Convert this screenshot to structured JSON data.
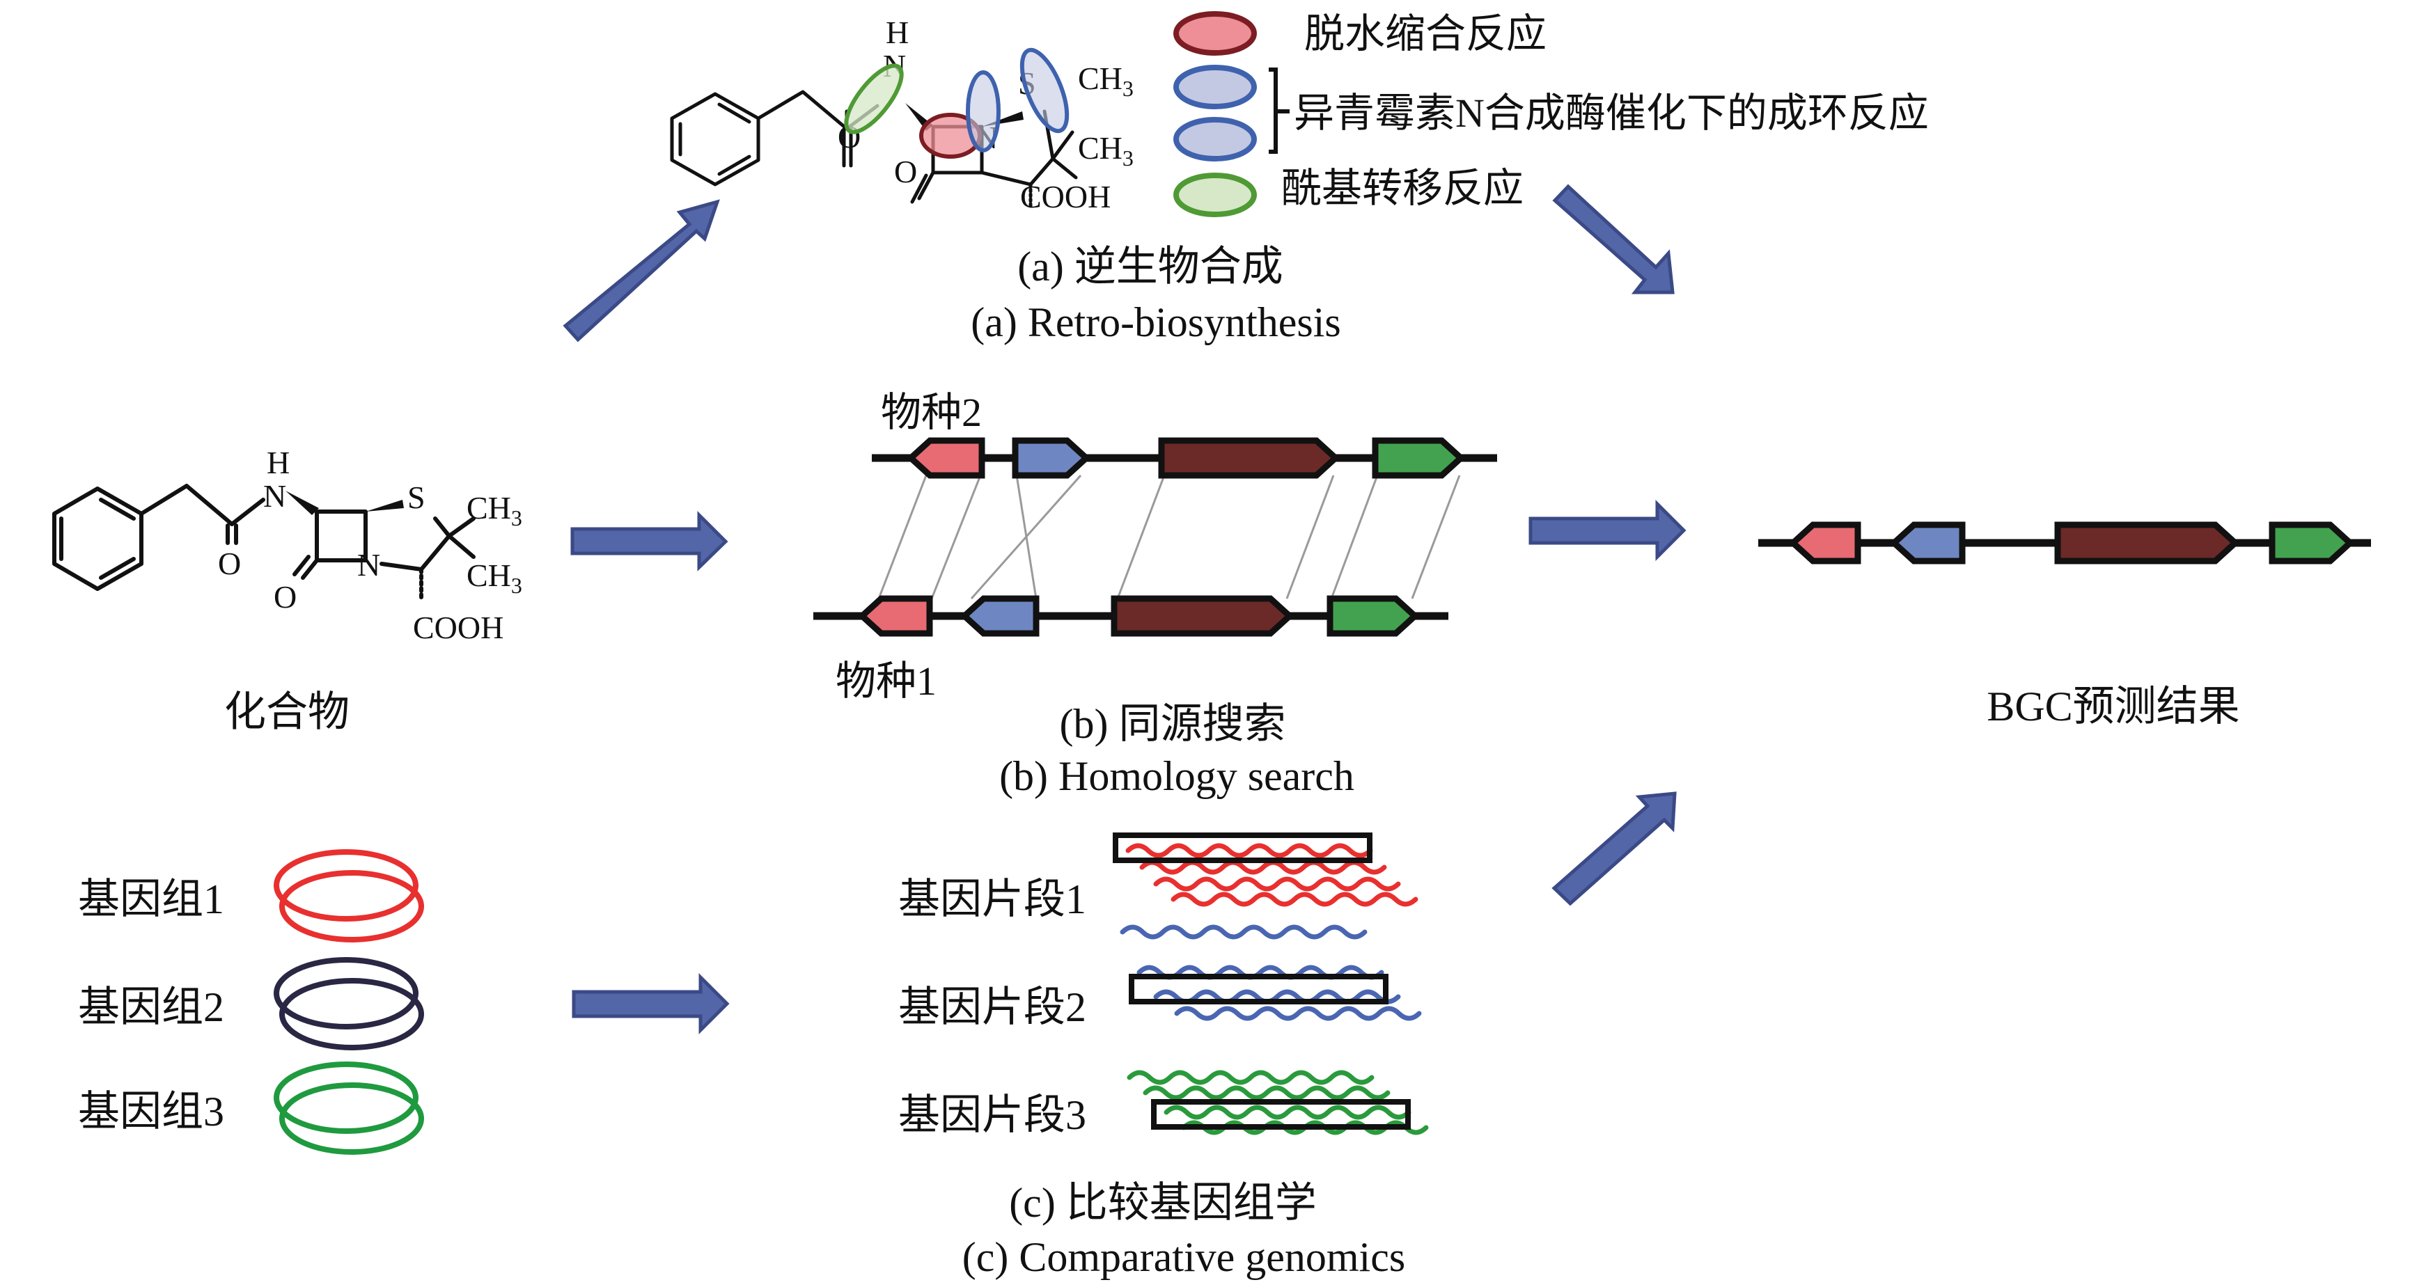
{
  "colors": {
    "arrow": "#5366a8",
    "gene_red": "#e86a72",
    "gene_blue": "#6e87c2",
    "gene_darkred": "#6b2a27",
    "gene_green": "#43a24f",
    "genome_red": "#e8302f",
    "genome_navy": "#2a2744",
    "genome_green": "#1f9a3f",
    "fragment_red": "#e8302f",
    "fragment_blue": "#4a66b2",
    "fragment_green": "#2a9a3c",
    "legend_dehydration_fill": "#ee8f97",
    "legend_dehydration_stroke": "#7b1d22",
    "legend_cyclization_fill": "#c3c9e2",
    "legend_cyclization_stroke": "#3f62ae",
    "legend_acyl_fill": "#d6e8c8",
    "legend_acyl_stroke": "#4f9a35"
  },
  "molecule": {
    "atoms": {
      "H": "H",
      "N": "N",
      "O": "O",
      "S": "S",
      "CH": "CH",
      "sub3": "3",
      "COOH": "COOH"
    }
  },
  "panel_a": {
    "caption_cn": "(a) 逆生物合成",
    "caption_en": "(a) Retro-biosynthesis",
    "legend": [
      {
        "key": "dehydration",
        "label": "脱水缩合反应",
        "color": "dehydration"
      },
      {
        "key": "cyclization_1",
        "label": "",
        "color": "cyclization"
      },
      {
        "key": "cyclization_2",
        "label": "",
        "color": "cyclization"
      },
      {
        "key": "acyl_transfer",
        "label": "酰基转移反应",
        "color": "acyl"
      }
    ],
    "cyclization_label": "异青霉素N合成酶催化下的成环反应"
  },
  "compound": {
    "label": "化合物"
  },
  "panel_b": {
    "caption_cn": "(b) 同源搜索",
    "caption_en": "(b) Homology search",
    "species2_label": "物种2",
    "species1_label": "物种1",
    "species2_genes": [
      {
        "color": "gene_red",
        "dir": "left"
      },
      {
        "color": "gene_blue",
        "dir": "right"
      },
      {
        "color": "gene_darkred",
        "dir": "right"
      },
      {
        "color": "gene_green",
        "dir": "right"
      }
    ],
    "species1_genes": [
      {
        "color": "gene_red",
        "dir": "left"
      },
      {
        "color": "gene_blue",
        "dir": "left"
      },
      {
        "color": "gene_darkred",
        "dir": "right"
      },
      {
        "color": "gene_green",
        "dir": "right"
      }
    ]
  },
  "result": {
    "label": "BGC预测结果",
    "genes": [
      {
        "color": "gene_red",
        "dir": "left"
      },
      {
        "color": "gene_blue",
        "dir": "left"
      },
      {
        "color": "gene_darkred",
        "dir": "right"
      },
      {
        "color": "gene_green",
        "dir": "right"
      }
    ]
  },
  "panel_c": {
    "caption_cn": "(c) 比较基因组学",
    "caption_en": "(c) Comparative genomics",
    "genomes": [
      {
        "label": "基因组1",
        "color": "genome_red"
      },
      {
        "label": "基因组2",
        "color": "genome_navy"
      },
      {
        "label": "基因组3",
        "color": "genome_green"
      }
    ],
    "fragments": [
      {
        "label": "基因片段1",
        "color": "fragment_red"
      },
      {
        "label": "基因片段2",
        "color": "fragment_blue"
      },
      {
        "label": "基因片段3",
        "color": "fragment_green"
      }
    ]
  }
}
